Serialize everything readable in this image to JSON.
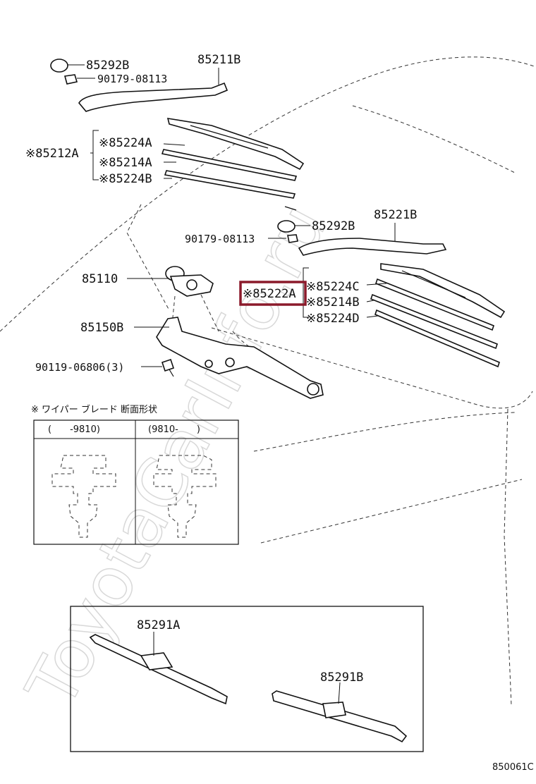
{
  "watermark": "ToyotaCarInfo.ru",
  "labels": {
    "p85292B_top": "85292B",
    "p90179_top": "90179-08113",
    "p85211B": "85211B",
    "p85212A": "※85212A",
    "p85224A": "※85224A",
    "p85214A": "※85214A",
    "p85224B": "※85224B",
    "p85292B_mid": "85292B",
    "p85221B": "85221B",
    "p90179_mid": "90179-08113",
    "p85110": "85110",
    "p85222A": "※85222A",
    "p85224C": "※85224C",
    "p85214B": "※85214B",
    "p85224D": "※85224D",
    "p85150B": "85150B",
    "p90119": "90119-06806(3)",
    "p85291A": "85291A",
    "p85291B": "85291B"
  },
  "section": {
    "title": "※ ワイパー ブレード 断面形状",
    "col1": "(　　-9810)",
    "col2": "(9810-　　)"
  },
  "diagram_code": "850061C",
  "highlight_color": "#8b1a2b"
}
